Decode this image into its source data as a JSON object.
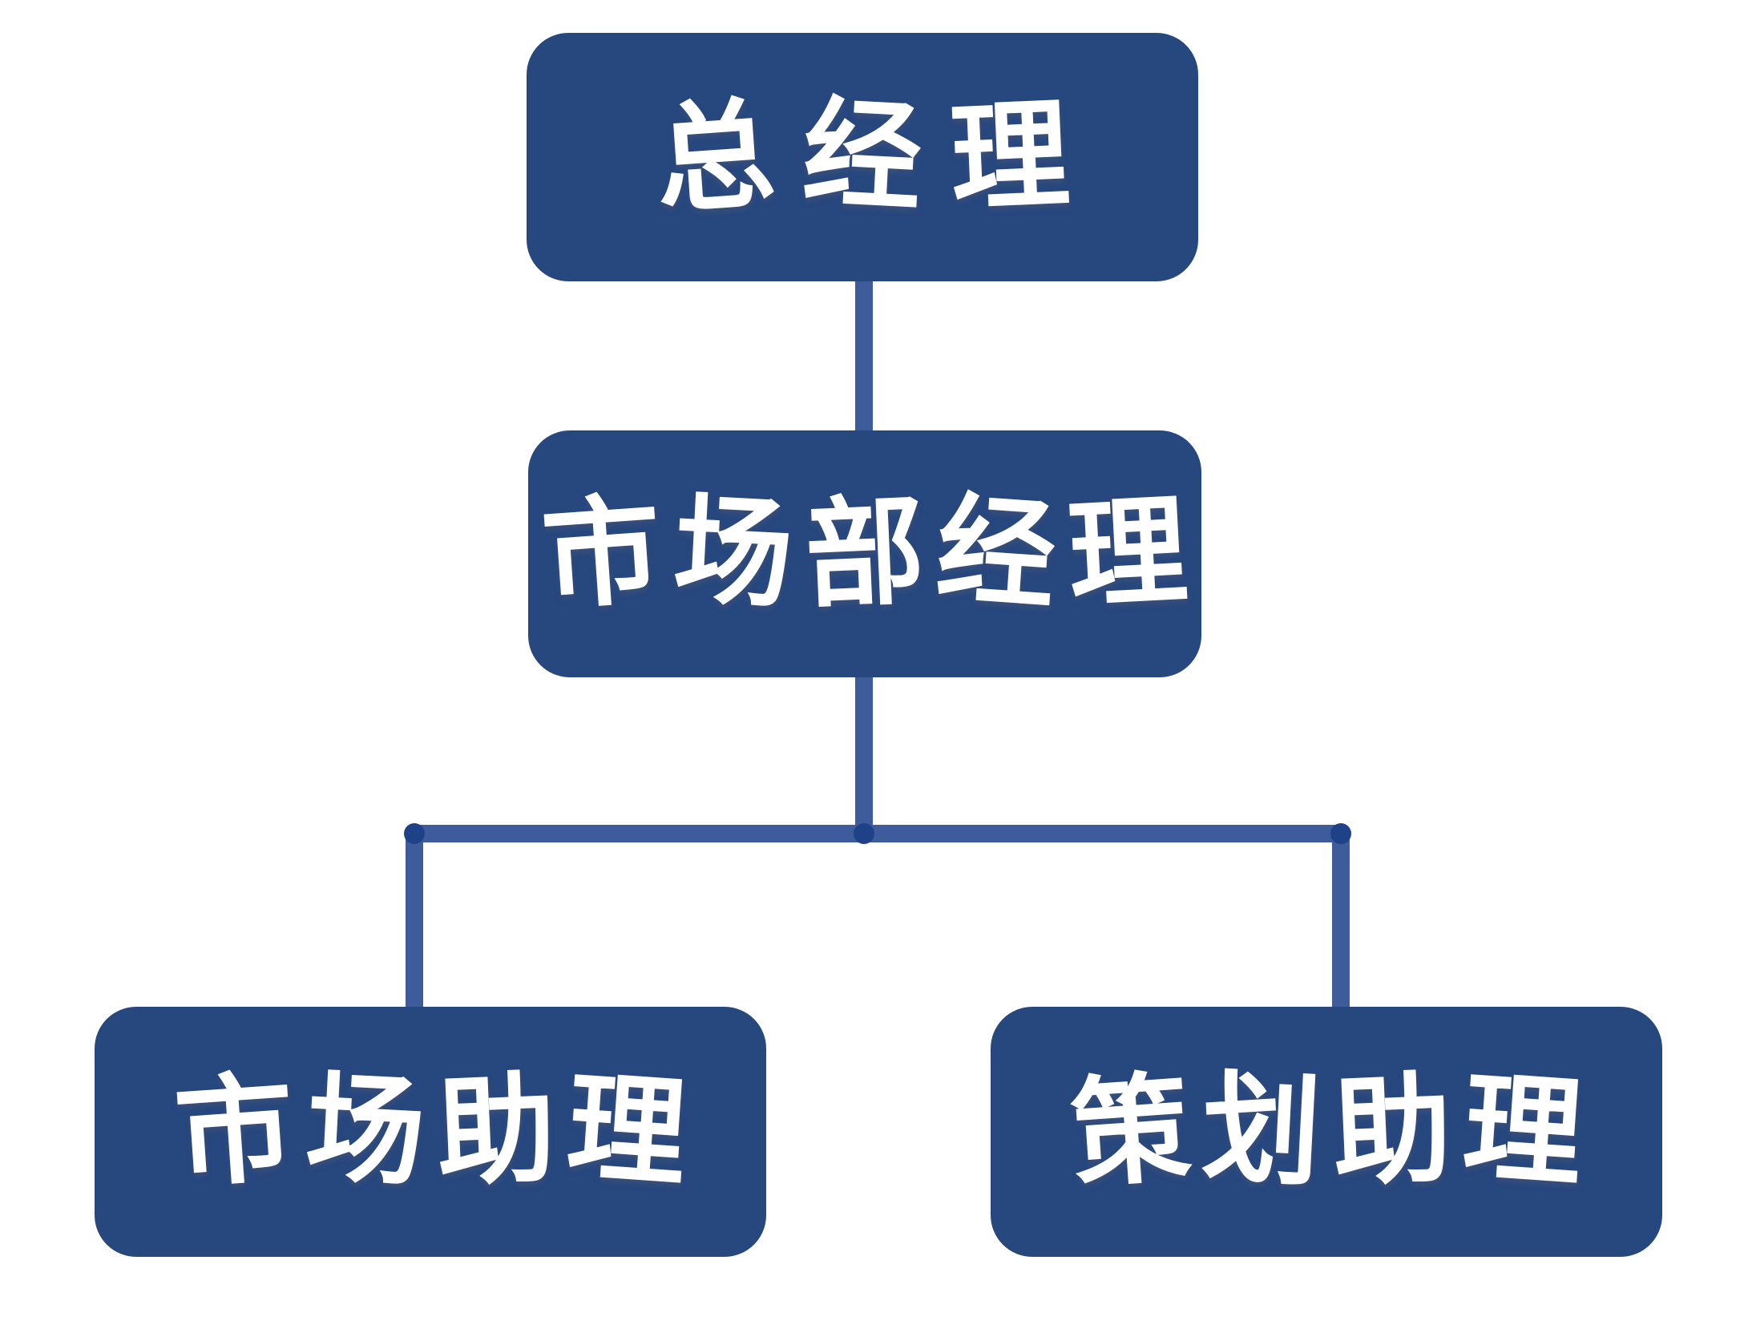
{
  "colors": {
    "background": "#ffffff",
    "box": "#27477f",
    "line": "#3e5b9b",
    "cap": "#1e4187",
    "text": "#ffffff"
  },
  "org_chart": {
    "type": "org-chart",
    "nodes": {
      "general_manager": {
        "label": "总经理"
      },
      "marketing_manager": {
        "label": "市场部经理"
      },
      "marketing_assistant": {
        "label": "市场助理"
      },
      "planning_assistant": {
        "label": "策划助理"
      }
    },
    "edges": [
      {
        "from": "general_manager",
        "to": "marketing_manager"
      },
      {
        "from": "marketing_manager",
        "to": "marketing_assistant"
      },
      {
        "from": "marketing_manager",
        "to": "planning_assistant"
      }
    ]
  }
}
